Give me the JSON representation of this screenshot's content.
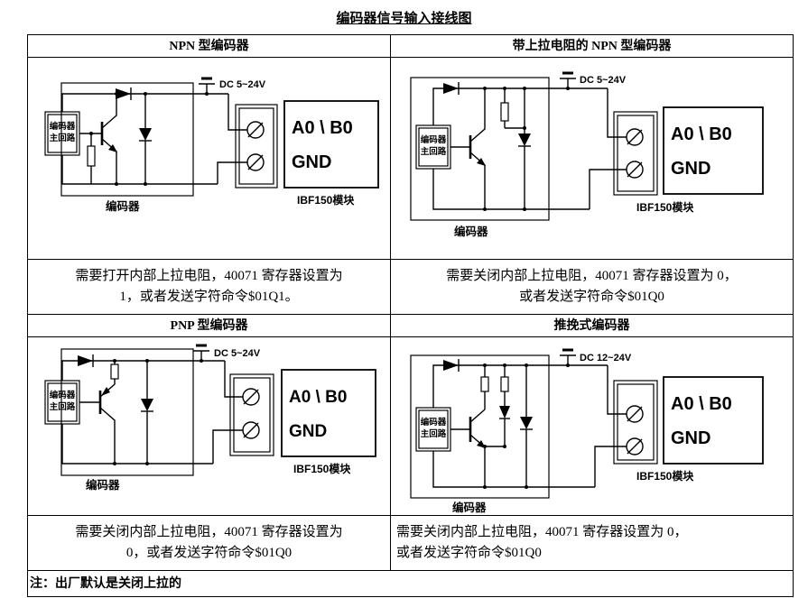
{
  "title": "编码器信号输入接线图",
  "note": "注：出厂默认是关闭上拉的",
  "quadrants": {
    "npn": {
      "header": "NPN 型编码器",
      "dc": "DC 5~24V",
      "signal": "A0 \\ B0",
      "gnd": "GND",
      "module": "IBF150模块",
      "encoder": "编码器",
      "core_line1": "编码器",
      "core_line2": "主回路",
      "desc_line1": "需要打开内部上拉电阻，40071 寄存器设置为",
      "desc_line2": "1，或者发送字符命令$01Q1。"
    },
    "npn_pullup": {
      "header": "带上拉电阻的 NPN 型编码器",
      "dc": "DC 5~24V",
      "signal": "A0 \\ B0",
      "gnd": "GND",
      "module": "IBF150模块",
      "encoder": "编码器",
      "core_line1": "编码器",
      "core_line2": "主回路",
      "desc_line1": "需要关闭内部上拉电阻，40071 寄存器设置为 0，",
      "desc_line2": "或者发送字符命令$01Q0"
    },
    "pnp": {
      "header": "PNP 型编码器",
      "dc": "DC 5~24V",
      "signal": "A0 \\ B0",
      "gnd": "GND",
      "module": "IBF150模块",
      "encoder": "编码器",
      "core_line1": "编码器",
      "core_line2": "主回路",
      "desc_line1": "需要关闭内部上拉电阻，40071 寄存器设置为",
      "desc_line2": "0，或者发送字符命令$01Q0"
    },
    "pushpull": {
      "header": "推挽式编码器",
      "dc": "DC 12~24V",
      "signal": "A0 \\ B0",
      "gnd": "GND",
      "module": "IBF150模块",
      "encoder": "编码器",
      "core_line1": "编码器",
      "core_line2": "主回路",
      "desc_line1": "需要关闭内部上拉电阻，40071 寄存器设置为 0，",
      "desc_line2": "或者发送字符命令$01Q0"
    }
  }
}
